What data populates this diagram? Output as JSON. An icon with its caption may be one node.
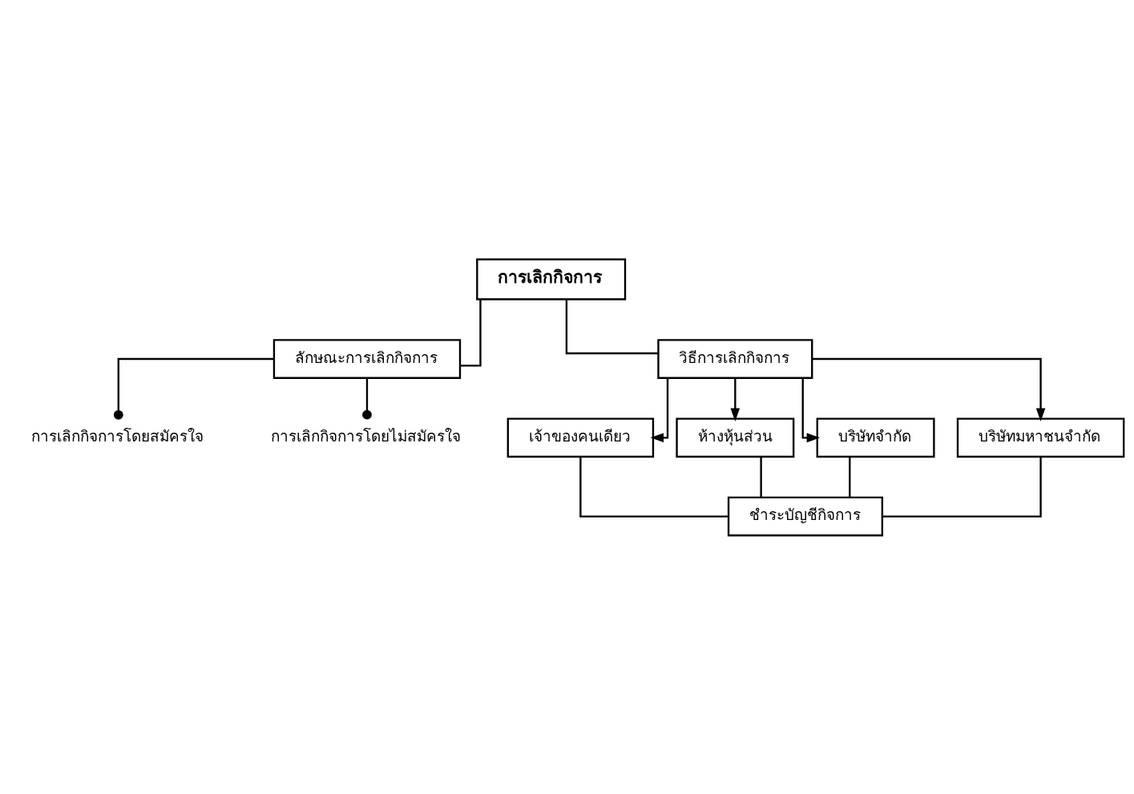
{
  "diagram": {
    "nodes": [
      {
        "text": [
          "การเลิกกิจการ"
        ]
      },
      {
        "text": [
          "ลักษณะการเลิกกิจการ"
        ]
      },
      {
        "text": [
          "วิธีการเลิกกิจการ"
        ]
      },
      {
        "text": [
          "การเลิกกิจการโดยสมัครใจ"
        ]
      },
      {
        "text": [
          "การเลิกกิจการโดยไม่สมัครใจ"
        ]
      },
      {
        "text": [
          "เจ้าของคนเดียว"
        ]
      },
      {
        "text": [
          "ห้างหุ้นส่วน"
        ]
      },
      {
        "text": [
          "บริษัทจำกัด"
        ]
      },
      {
        "text": [
          "บริษัทมหาชนจำกัด"
        ]
      },
      {
        "text": [
          "ชำระบัญชีกิจการ"
        ]
      }
    ],
    "edges": [
      {
        "from": 0,
        "to": 1,
        "arrow": "none"
      },
      {
        "from": 0,
        "to": 2,
        "arrow": "none"
      },
      {
        "from": 1,
        "to": 3,
        "arrow": "other"
      },
      {
        "from": 1,
        "to": 4,
        "arrow": "other"
      },
      {
        "from": 2,
        "to": 5,
        "arrow": "to"
      },
      {
        "from": 2,
        "to": 6,
        "arrow": "to"
      },
      {
        "from": 2,
        "to": 7,
        "arrow": "to"
      },
      {
        "from": 2,
        "to": 8,
        "arrow": "to"
      },
      {
        "from": 5,
        "to": 9,
        "arrow": "none"
      },
      {
        "from": 6,
        "to": 9,
        "arrow": "none"
      },
      {
        "from": 7,
        "to": 9,
        "arrow": "none"
      },
      {
        "from": 8,
        "to": 9,
        "arrow": "none"
      }
    ]
  }
}
